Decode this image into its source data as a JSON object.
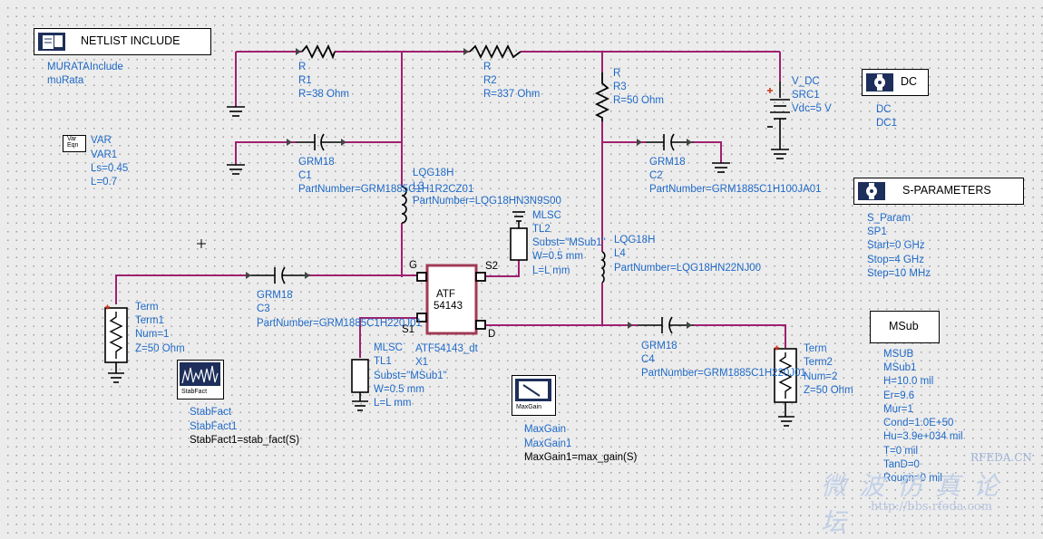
{
  "components": {
    "netlist": {
      "label": "NETLIST INCLUDE",
      "type": "MURATAInclude",
      "name": "muRata"
    },
    "var": {
      "icon_text_1": "Var",
      "icon_text_2": "Eqn",
      "type": "VAR",
      "name": "VAR1",
      "params": [
        "Ls=0.45",
        "L=0.7"
      ]
    },
    "r1": {
      "type": "R",
      "name": "R1",
      "value": "R=38 Ohm"
    },
    "r2": {
      "type": "R",
      "name": "R2",
      "value": "R=337 Ohm"
    },
    "r3": {
      "type": "R",
      "name": "R3",
      "value": "R=50 Ohm"
    },
    "vdc": {
      "type": "V_DC",
      "name": "SRC1",
      "value": "Vdc=5 V"
    },
    "dc": {
      "label": "DC",
      "type": "DC",
      "name": "DC1"
    },
    "c1": {
      "type": "GRM18",
      "name": "C1",
      "part": "PartNumber=GRM1885C1H1R2CZ01"
    },
    "c2": {
      "type": "GRM18",
      "name": "C2",
      "part": "PartNumber=GRM1885C1H100JA01"
    },
    "c3": {
      "type": "GRM18",
      "name": "C3",
      "part": "PartNumber=GRM1885C1H220J01"
    },
    "c4": {
      "type": "GRM18",
      "name": "C4",
      "part": "PartNumber=GRM1885C1H220J01"
    },
    "l_top": {
      "type": "LQG18H",
      "name": "L3",
      "part": "PartNumber=LQG18HN3N9S00"
    },
    "l4": {
      "type": "LQG18H",
      "name": "L4",
      "part": "PartNumber=LQG18HN22NJ00"
    },
    "sparam": {
      "label": "S-PARAMETERS",
      "type": "S_Param",
      "name": "SP1",
      "params": [
        "Start=0 GHz",
        "Stop=4 GHz",
        "Step=10 MHz"
      ]
    },
    "tl2": {
      "type": "MLSC",
      "name": "TL2",
      "params": [
        "Subst=\"MSub1\"",
        "W=0.5 mm",
        "L=L mm"
      ]
    },
    "tl1": {
      "type": "MLSC",
      "name": "TL1",
      "params": [
        "Subst=\"MSub1\"",
        "W=0.5 mm",
        "L=L mm"
      ]
    },
    "transistor": {
      "line1": "ATF",
      "line2": "54143",
      "pin_g": "G",
      "pin_s2": "S2",
      "pin_s1": "S1",
      "pin_d": "D",
      "type": "ATF54143_dt",
      "name": "X1"
    },
    "term1": {
      "type": "Term",
      "name": "Term1",
      "params": [
        "Num=1",
        "Z=50 Ohm"
      ]
    },
    "term2": {
      "type": "Term",
      "name": "Term2",
      "params": [
        "Num=2",
        "Z=50 Ohm"
      ]
    },
    "stabfact": {
      "icon_text": "StabFact",
      "type": "StabFact",
      "name": "StabFact1",
      "expr": "StabFact1=stab_fact(S)"
    },
    "maxgain": {
      "icon_text": "MaxGain",
      "type": "MaxGain",
      "name": "MaxGain1",
      "expr": "MaxGain1=max_gain(S)"
    },
    "msub": {
      "label": "MSub",
      "type": "MSUB",
      "name": "MSub1",
      "params": [
        "H=10.0 mil",
        "Er=9.6",
        "Mur=1",
        "Cond=1.0E+50",
        "Hu=3.9e+034 mil",
        "T=0 mil",
        "TanD=0",
        "Rough=0 mil"
      ]
    }
  },
  "watermark": {
    "site": "RFEDA.CN",
    "chinese": "微波仿真论坛",
    "url": "http://bbs.rfeda.com"
  },
  "colors": {
    "wire": "#a0206e",
    "label_blue": "#1f6ac8",
    "transistor_border": "#a03a55",
    "pin_red": "#d23a1e"
  }
}
